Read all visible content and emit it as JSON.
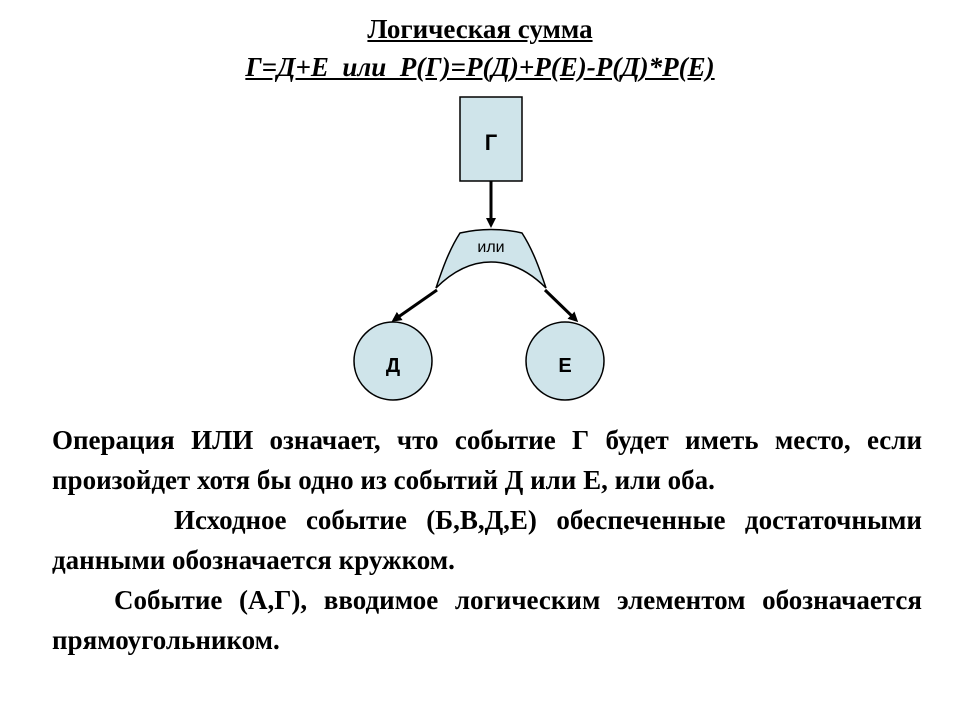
{
  "title": "Логическая сумма",
  "formula": "Г=Д+Е  или  Р(Г)=Р(Д)+Р(Е)-Р(Д)*Р(Е)",
  "diagram": {
    "top_node": "Г",
    "gate": "или",
    "left_node": "Д",
    "right_node": "Е",
    "fill_color": "#cfe4ea"
  },
  "paragraphs": [
    "Операция ИЛИ означает, что событие Г будет иметь место, если произойдет хотя бы одно из событий Д или Е, или оба.",
    "Исходное событие (Б,В,Д,Е) обеспеченные достаточными данными обозначается кружком.",
    "Событие (А,Г), вводимое логическим элементом обозначается прямоугольником."
  ]
}
